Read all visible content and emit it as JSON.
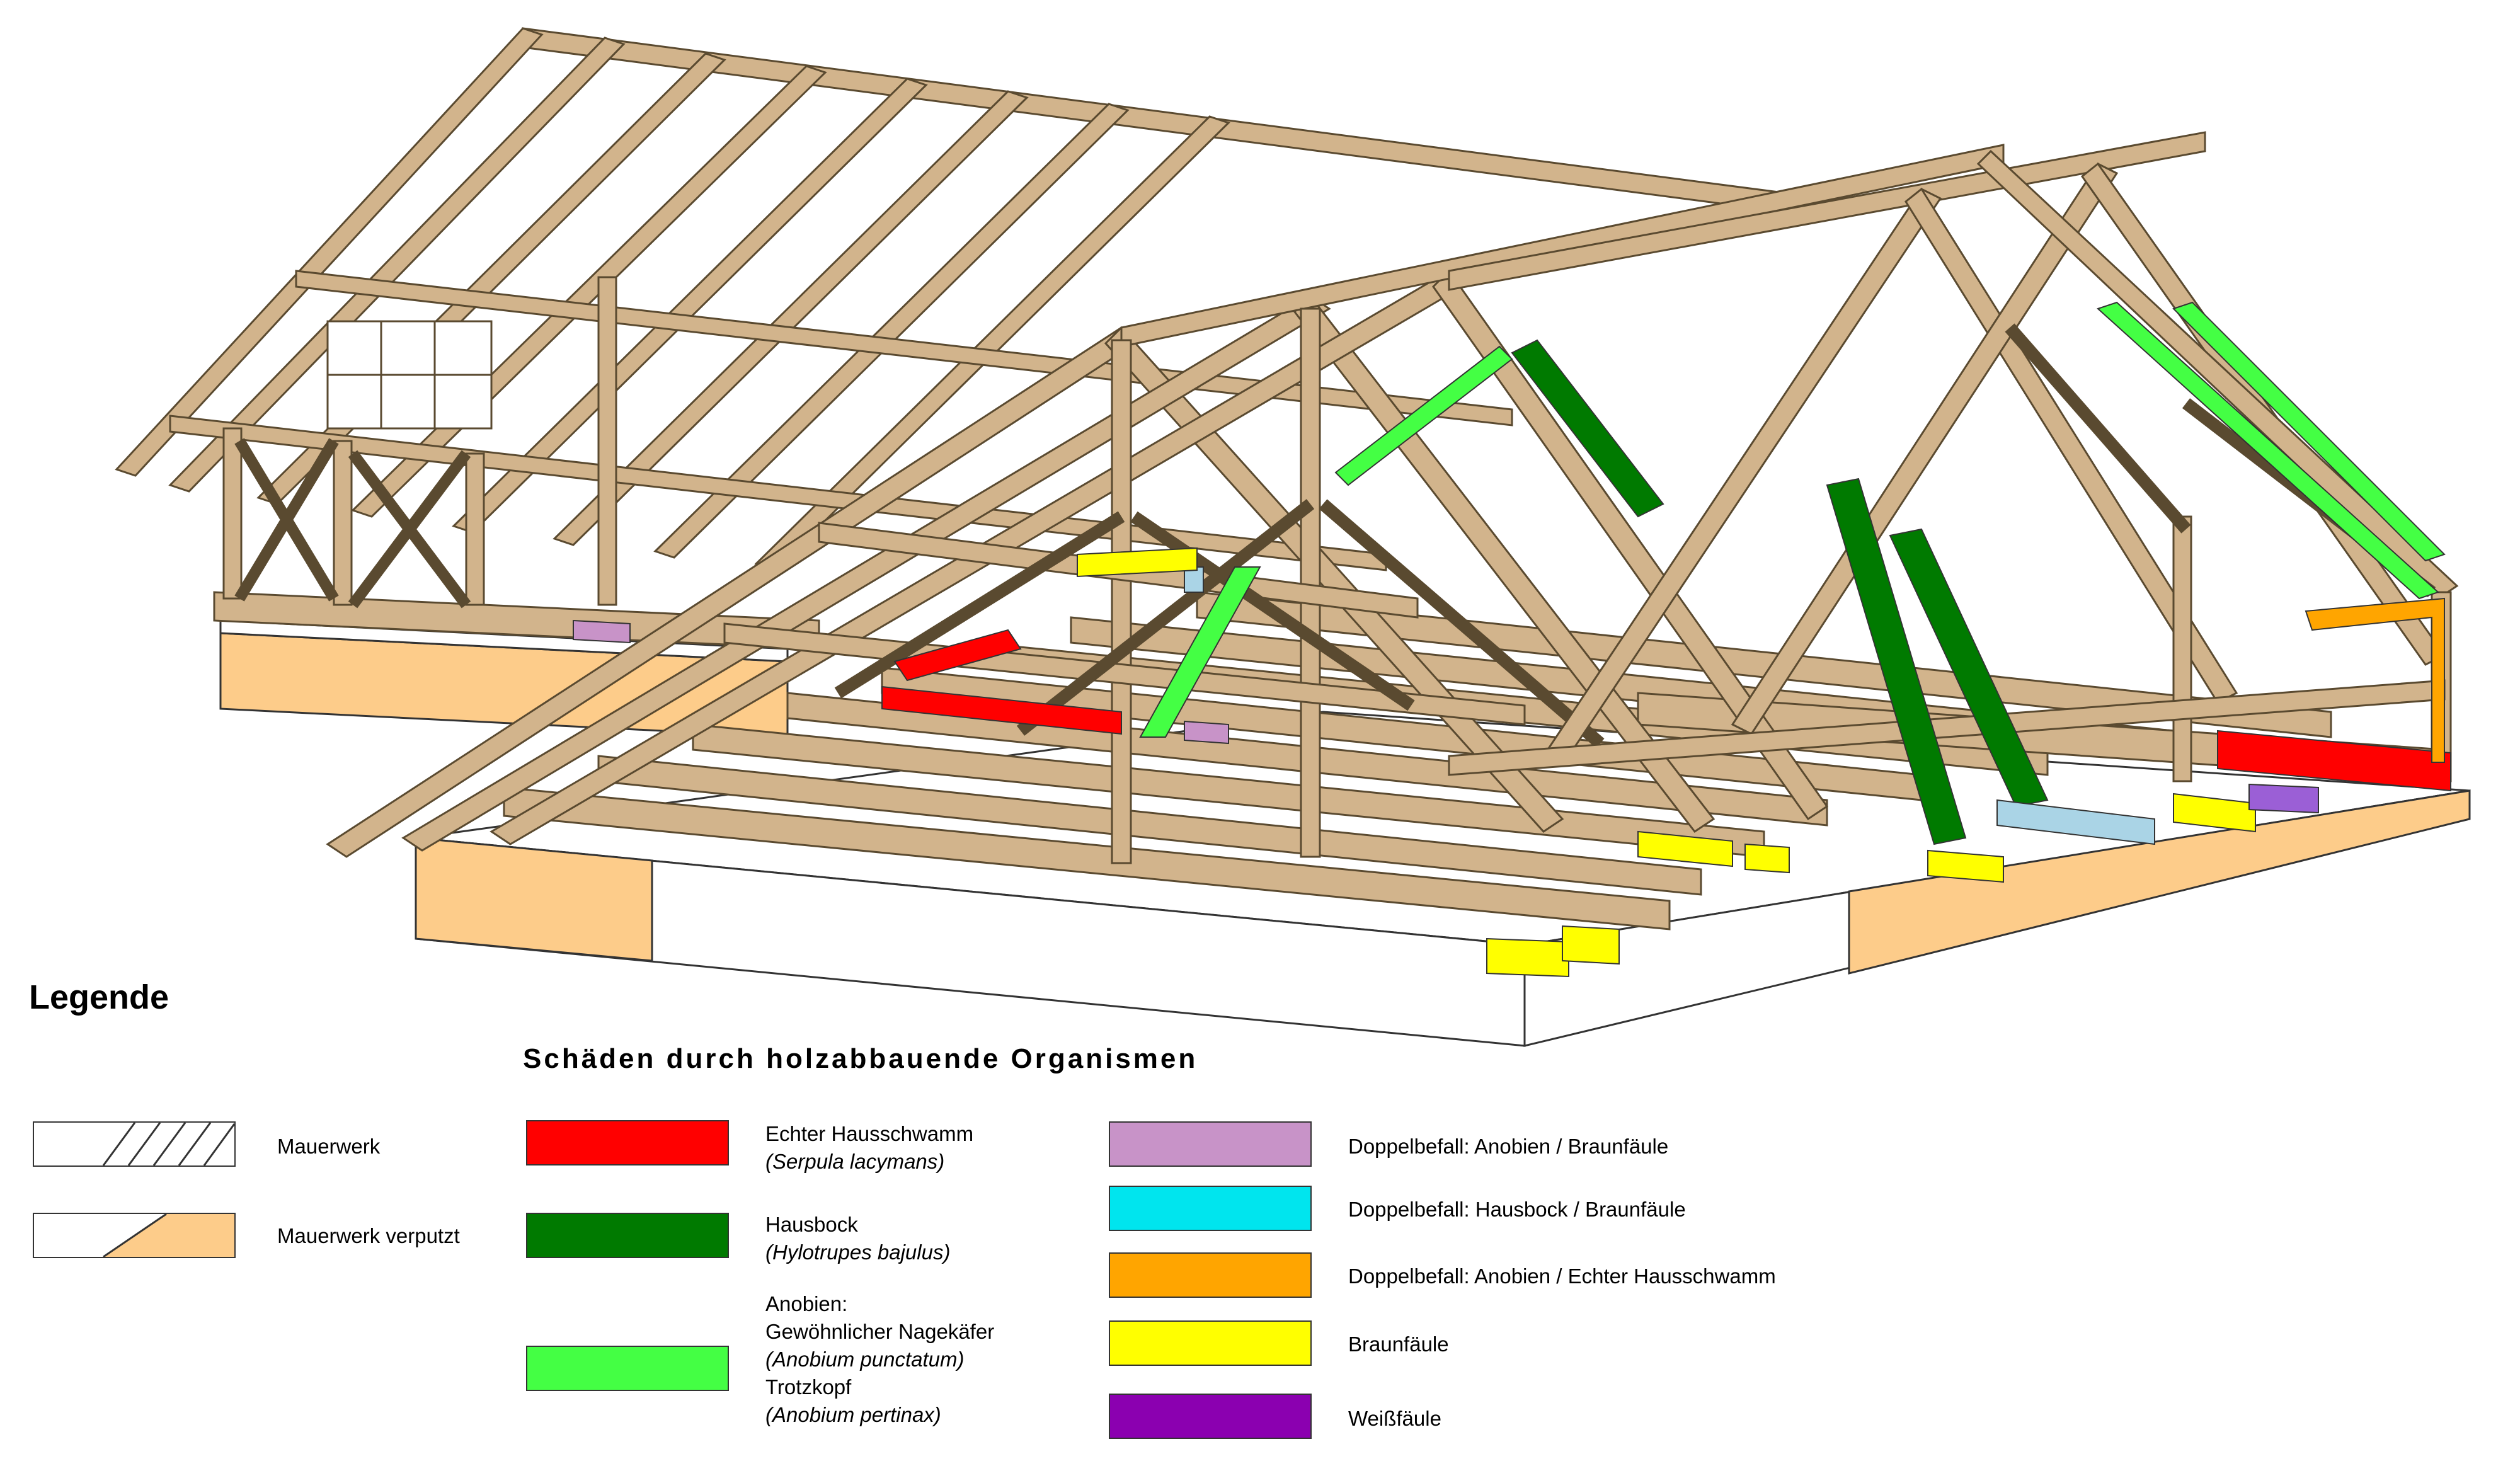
{
  "legend": {
    "title": "Legende",
    "subtitle": "Schäden durch holzabbauende Organismen",
    "items": [
      {
        "id": "mauerwerk",
        "label": "Mauerwerk",
        "fill": "#ffffff",
        "hatch": "#333333"
      },
      {
        "id": "mauerwerk_verputzt",
        "label": "Mauerwerk verputzt",
        "fill": "#fdcc8a"
      },
      {
        "id": "hausschwamm",
        "label": "Echter Hausschwamm",
        "latin": "(Serpula lacymans)",
        "color": "#ff0000"
      },
      {
        "id": "hausbock",
        "label": "Hausbock",
        "latin": "(Hylotrupes bajulus)",
        "color": "#007a00"
      },
      {
        "id": "anobien",
        "label": "Anobien:",
        "line2": "Gewöhnlicher Nagekäfer",
        "latin": "(Anobium punctatum)",
        "line4": "Trotzkopf",
        "latin2": "(Anobium pertinax)",
        "color": "#44ff44"
      },
      {
        "id": "doppel_anobien_braun",
        "label": "Doppelbefall: Anobien / Braunfäule",
        "color": "#c893c8"
      },
      {
        "id": "doppel_hausbock_braun",
        "label": "Doppelbefall: Hausbock / Braunfäule",
        "color": "#00e5ee"
      },
      {
        "id": "doppel_anobien_schwamm",
        "label": "Doppelbefall: Anobien / Echter Hausschwamm",
        "color": "#ffa500"
      },
      {
        "id": "braunfaeule",
        "label": "Braunfäule",
        "color": "#ffff00"
      },
      {
        "id": "weissfaeule",
        "label": "Weißfäule",
        "color": "#8b00b0"
      }
    ]
  },
  "colors": {
    "timber": "#d2b48c",
    "timber_edge": "#5a4a30",
    "plaster": "#fdcc8a",
    "wall": "#ffffff"
  }
}
